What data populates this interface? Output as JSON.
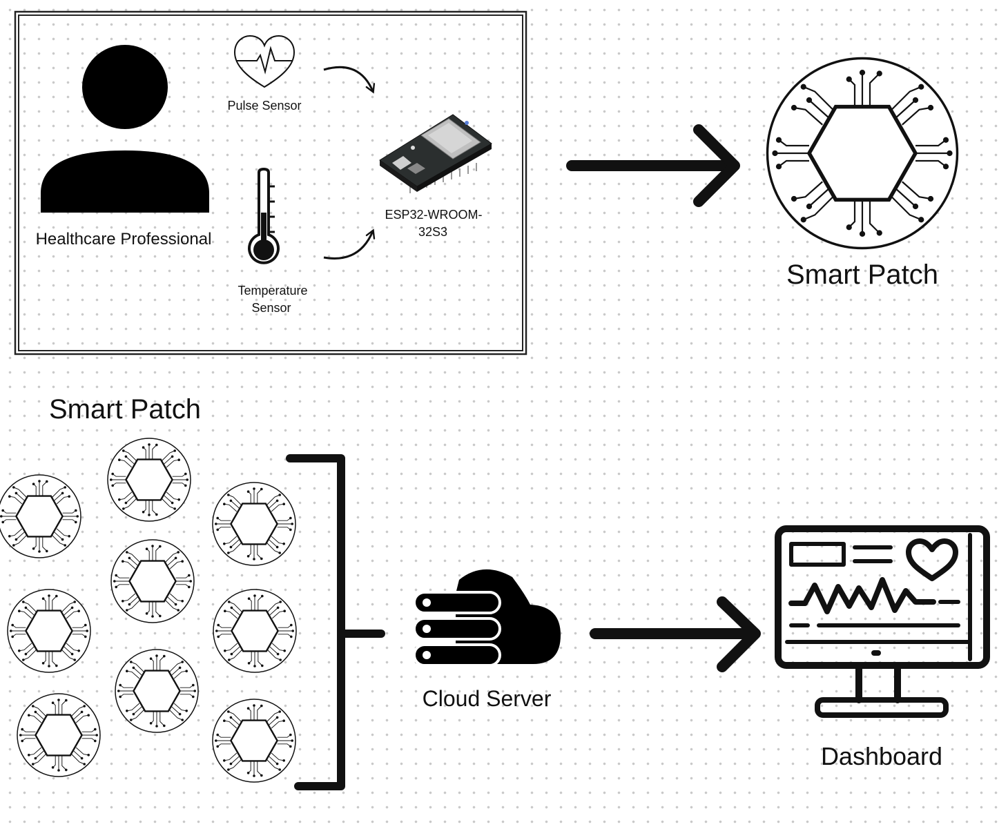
{
  "labels": {
    "healthcare_professional": "Healthcare Professional",
    "pulse_sensor": "Pulse Sensor",
    "temperature_sensor_line1": "Temperature",
    "temperature_sensor_line2": "Sensor",
    "esp32_line1": "ESP32-WROOM-",
    "esp32_line2": "32S3",
    "smart_patch_top": "Smart Patch",
    "smart_patch_bottom": "Smart Patch",
    "cloud_server": "Cloud Server",
    "dashboard": "Dashboard"
  },
  "icons": {
    "person": "person-icon",
    "pulse": "heart-pulse-icon",
    "thermometer": "thermometer-icon",
    "board": "esp32-board-icon",
    "patch": "circuit-hexagon-icon",
    "cloud": "cloud-server-icon",
    "monitor": "monitor-dashboard-icon"
  },
  "colors": {
    "ink": "#111111",
    "board_green": "#2b2f2f"
  }
}
